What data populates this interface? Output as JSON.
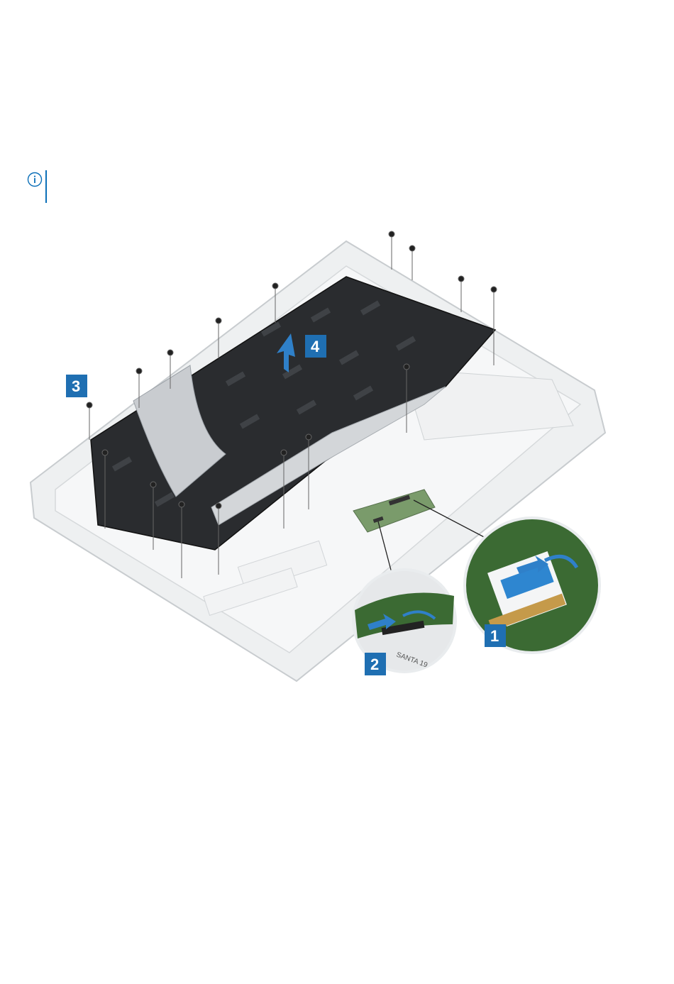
{
  "note": {
    "icon": "info-icon",
    "accent_color": "#0b6fb8"
  },
  "figure": {
    "callouts": [
      {
        "label": "1"
      },
      {
        "label": "2"
      },
      {
        "label": "3"
      },
      {
        "label": "4"
      }
    ],
    "callout_color": "#1f6fb2",
    "connector_label": "SANTA 19"
  }
}
